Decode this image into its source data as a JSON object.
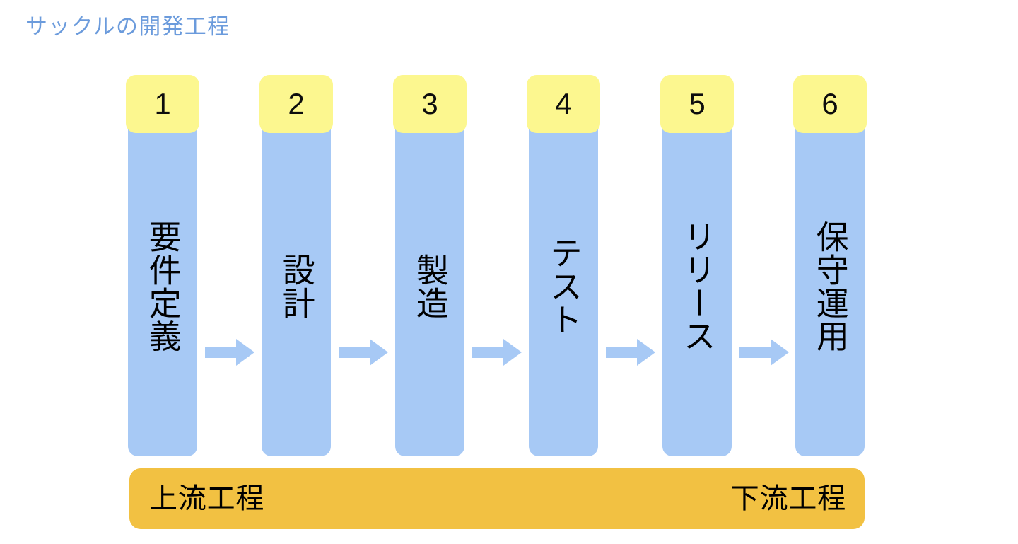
{
  "title": "サックルの開発工程",
  "colors": {
    "title_text": "#6b9bdc",
    "stage_header": "#fcf78f",
    "stage_body": "#a7c9f5",
    "arrow": "#a7c9f5",
    "phase_bar": "#f2c142",
    "background": "#ffffff",
    "label_text": "#000000"
  },
  "stages": [
    {
      "number": "1",
      "label": "要件定義"
    },
    {
      "number": "2",
      "label": "設計"
    },
    {
      "number": "3",
      "label": "製造"
    },
    {
      "number": "4",
      "label": "テスト"
    },
    {
      "number": "5",
      "label": "リリース"
    },
    {
      "number": "6",
      "label": "保守運用"
    }
  ],
  "arrows": [
    {
      "name": "arrow-1-to-2"
    },
    {
      "name": "arrow-2-to-3"
    },
    {
      "name": "arrow-3-to-4"
    },
    {
      "name": "arrow-4-to-5"
    },
    {
      "name": "arrow-5-to-6"
    }
  ],
  "phase_bar": {
    "left_label": "上流工程",
    "right_label": "下流工程"
  }
}
